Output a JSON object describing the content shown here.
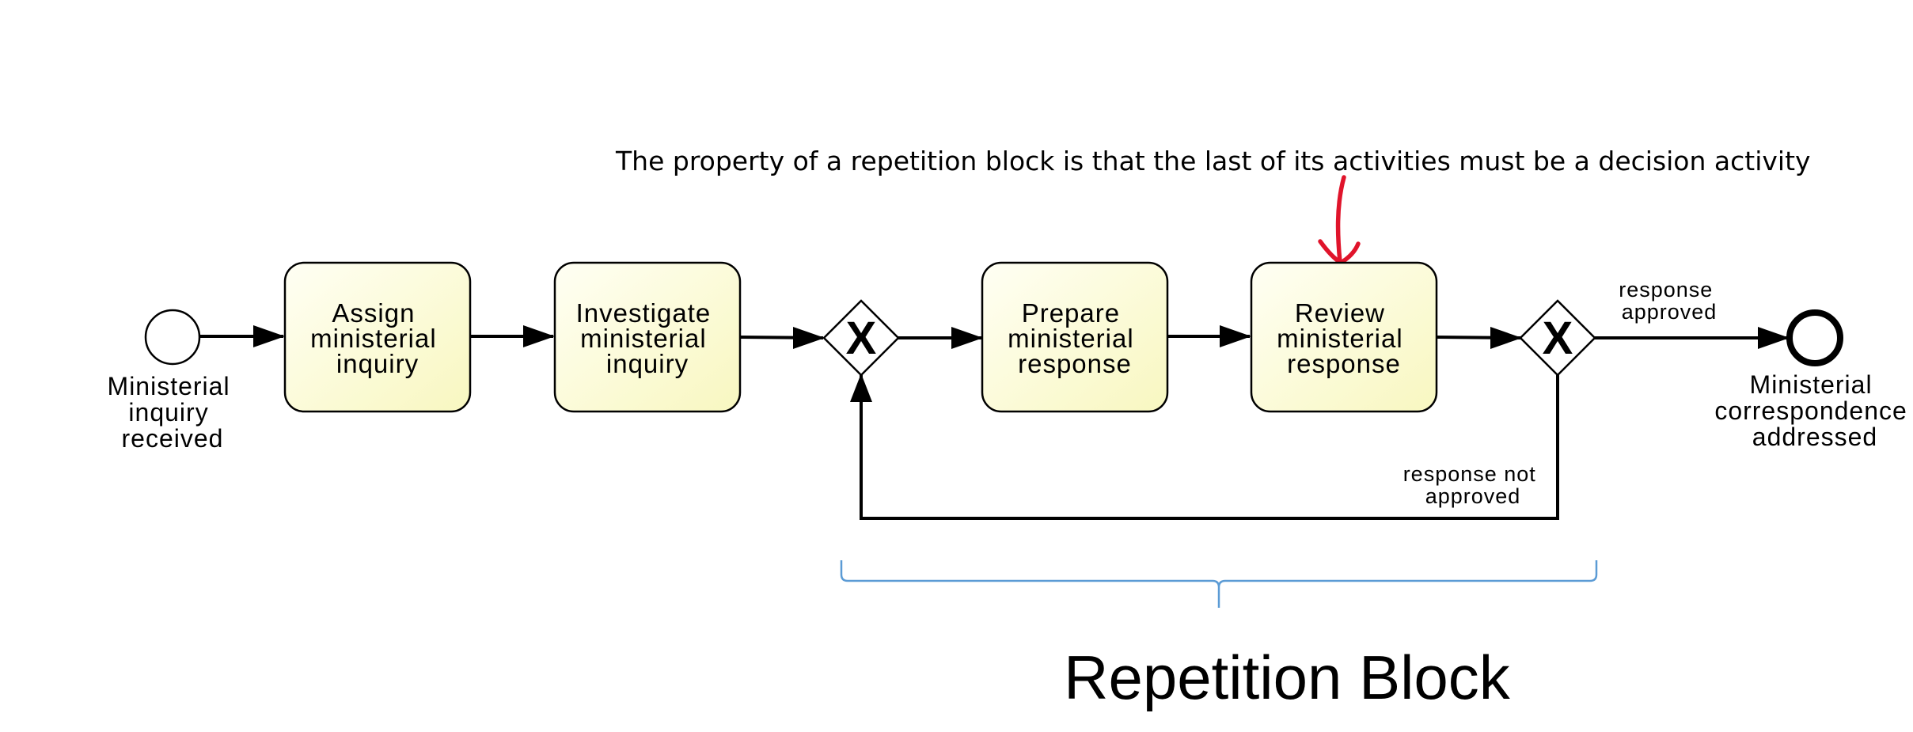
{
  "note": {
    "text": "The property of a repetition block is that the last of its activities must be a decision activity"
  },
  "block": {
    "title": "Repetition Block"
  },
  "events": {
    "start": {
      "lines": [
        "Ministerial",
        "inquiry",
        "received"
      ]
    },
    "end": {
      "lines": [
        "Ministerial",
        "correspondence",
        "addressed"
      ]
    }
  },
  "tasks": [
    {
      "lines": [
        "Assign",
        "ministerial",
        "inquiry"
      ]
    },
    {
      "lines": [
        "Investigate",
        "ministerial",
        "inquiry"
      ]
    },
    {
      "lines": [
        "Prepare",
        "ministerial",
        "response"
      ]
    },
    {
      "lines": [
        "Review",
        "ministerial",
        "response"
      ]
    }
  ],
  "gateways": {
    "merge": {
      "symbol": "X"
    },
    "decision": {
      "symbol": "X"
    }
  },
  "flows": {
    "approved": {
      "lines": [
        "response",
        "approved"
      ]
    },
    "not_approved": {
      "lines": [
        "response not",
        "approved"
      ]
    }
  },
  "colors": {
    "task_fill_light": "#fffff4",
    "task_fill_dark": "#f8f7c0",
    "brace": "#5b9bd5",
    "annotation_arrow": "#e0142b",
    "stroke": "#000000"
  },
  "icons": {
    "start": "start-event-circle-icon",
    "end": "end-event-circle-icon",
    "gateway": "exclusive-gateway-x-icon",
    "annotation": "red-arrow-icon"
  }
}
